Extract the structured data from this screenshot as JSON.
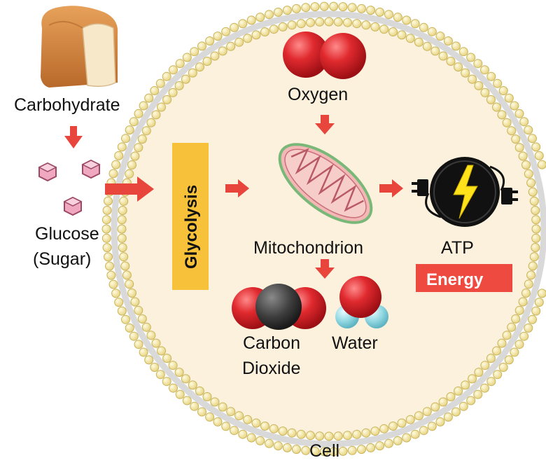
{
  "labels": {
    "carbohydrate": "Carbohydrate",
    "glucose_line1": "Glucose",
    "glucose_line2": "(Sugar)",
    "glycolysis": "Glycolysis",
    "oxygen": "Oxygen",
    "mitochondrion": "Mitochondrion",
    "atp": "ATP",
    "energy": "Energy",
    "carbon_line1": "Carbon",
    "carbon_line2": "Dioxide",
    "water": "Water",
    "cell": "Cell"
  },
  "colors": {
    "cell_fill": "#fbf1dc",
    "bead": "#f3e6a3",
    "arrow": "#e8453c",
    "glycolysis_box": "#f7c23a",
    "energy_box": "#ef4a3f",
    "oxygen_red": "#d91f26",
    "carbon_gray": "#4a4a4a",
    "hydrogen_cyan": "#8fd6e0",
    "mito_pink": "#f3b8b6",
    "mito_outline": "#7ab87a",
    "bolt_yellow": "#ffe21a"
  },
  "icons": [
    "bread-icon",
    "sugar-cube-icon",
    "oxygen-molecule-icon",
    "mitochondrion-icon",
    "battery-plug-icon",
    "carbon-dioxide-molecule-icon",
    "water-molecule-icon"
  ]
}
